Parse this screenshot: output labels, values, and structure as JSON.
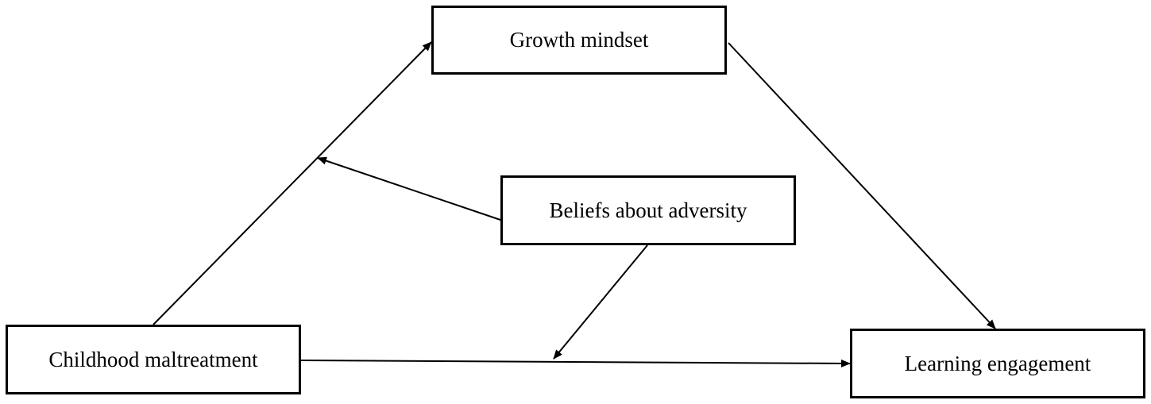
{
  "diagram": {
    "nodes": {
      "growth_mindset": "Growth mindset",
      "beliefs_about_adversity": "Beliefs about adversity",
      "childhood_maltreatment": "Childhood maltreatment",
      "learning_engagement": "Learning engagement"
    },
    "edges": [
      {
        "from": "childhood_maltreatment",
        "to": "growth_mindset",
        "type": "path"
      },
      {
        "from": "growth_mindset",
        "to": "learning_engagement",
        "type": "path"
      },
      {
        "from": "childhood_maltreatment",
        "to": "learning_engagement",
        "type": "path"
      },
      {
        "from": "beliefs_about_adversity",
        "to": "childhood_maltreatment -> growth_mindset",
        "type": "moderation"
      },
      {
        "from": "beliefs_about_adversity",
        "to": "childhood_maltreatment -> learning_engagement",
        "type": "moderation"
      }
    ],
    "colors": {
      "stroke": "#000000",
      "background": "#ffffff"
    }
  }
}
